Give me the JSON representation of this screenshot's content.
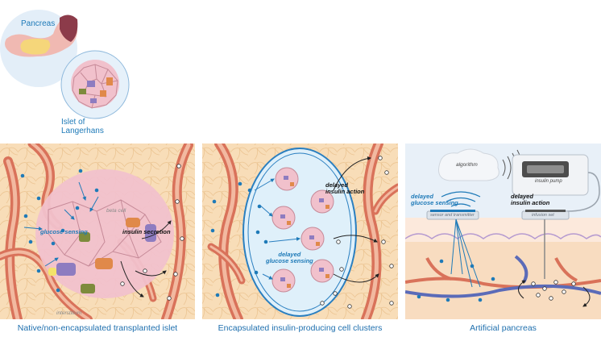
{
  "intro": {
    "pancreas_label": "Pancreas",
    "islet_label_line1": "Islet of",
    "islet_label_line2": "Langerhans"
  },
  "panel1": {
    "caption": "Native/non-encapsulated transplanted islet",
    "beta_cell_label": "beta cell",
    "glucose_sensing_label": "glucose sensing",
    "insulin_secretion_label": "insulin secretion",
    "interstitium_label": "interstitium"
  },
  "panel2": {
    "caption": "Encapsulated insulin-producing cell clusters",
    "delayed_insulin_line1": "delayed",
    "delayed_insulin_line2": "insulin action",
    "delayed_glucose_line1": "delayed",
    "delayed_glucose_line2": "glucose sensing"
  },
  "panel3": {
    "caption": "Artificial pancreas",
    "algorithm_label": "algorithm",
    "insulin_pump_label": "insulin pump",
    "delayed_glucose_line1": "delayed",
    "delayed_glucose_line2": "glucose sensing",
    "delayed_insulin_line1": "delayed",
    "delayed_insulin_line2": "insulin action",
    "sensor_label": "sensor and transmitter",
    "infusion_label": "infusion set"
  },
  "colors": {
    "tissue_background": "#f7dcb4",
    "vessel": "#d9725a",
    "vessel_inner": "#f2b9a0",
    "glucose_dot": "#1e7ab8",
    "caption_blue": "#1e6fae",
    "capsule": "#dff0fa",
    "islet_cell_pink": "#f1c1cc",
    "islet_cell_purple": "#8e7cc0",
    "islet_cell_orange": "#e0894a"
  },
  "icons": [
    "pancreas-icon",
    "islet-icon",
    "blood-vessel-icon",
    "glucose-dot-icon",
    "insulin-dot-icon",
    "cloud-icon",
    "wireless-signal-icon",
    "insulin-pump-icon"
  ]
}
